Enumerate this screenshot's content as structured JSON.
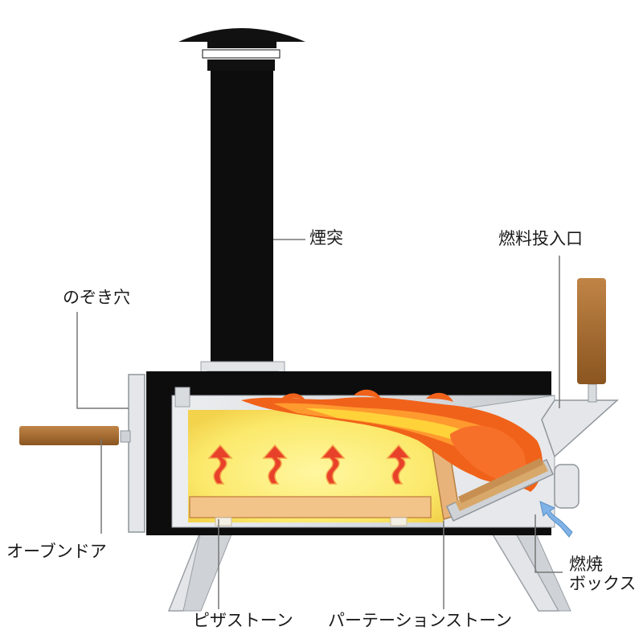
{
  "labels": {
    "chimney": "煙突",
    "peephole": "のぞき穴",
    "fuel_inlet": "燃料投入口",
    "oven_door": "オーブンドア",
    "combustion_box_line1": "燃焼",
    "combustion_box_line2": "ボックス",
    "pizza_stone": "ピザストーン",
    "partition_stone": "パーテーションストーン"
  },
  "colors": {
    "body": "#0d0d0d",
    "steel": "#d9dcdf",
    "steel_edge": "#9aa0a6",
    "chamber_glow": "#fbe96b",
    "stone": "#f2c48a",
    "handle_wood": "#a0672e",
    "flame_outer": "#f0621a",
    "flame_inner": "#ffd23a",
    "heat_arrow": "#e8412a",
    "air_arrow": "#7fb2e6",
    "leader_line": "#777777"
  }
}
